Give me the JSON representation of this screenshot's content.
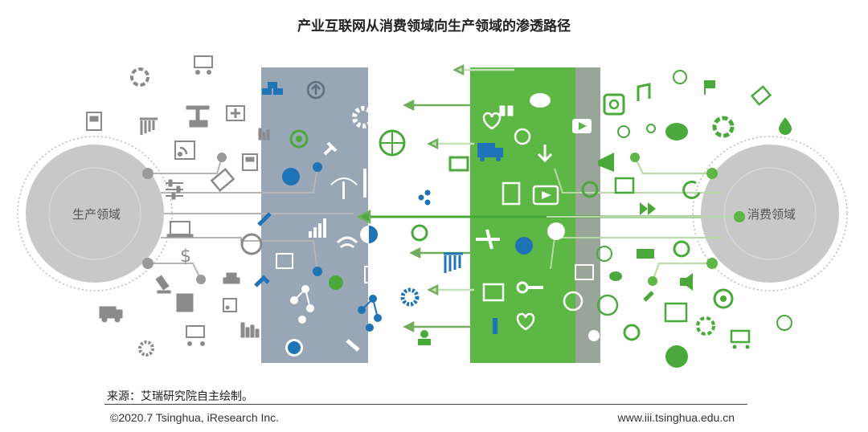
{
  "title": "产业互联网从消费领域向生产领域的渗透路径",
  "left_circle": {
    "label": "生产领域"
  },
  "right_circle": {
    "label": "消费领域"
  },
  "colors": {
    "gray_panel": "#98a6b5",
    "green_panel": "#5cb744",
    "gray_strip": "#9aa59a",
    "blue_icon": "#1f73b7",
    "green_icon": "#4aa93b",
    "gray_icon": "#8a8a8a",
    "light_green": "#b8d8a8",
    "circle_gray": "#c8c8c8"
  },
  "footer": {
    "source": "来源：艾瑞研究院自主绘制。",
    "copyright": "©2020.7 Tsinghua, iResearch Inc.",
    "url": "www.iii.tsinghua.edu.cn"
  },
  "icons": {
    "left_gray": [
      "clipboard-icon",
      "lifebuoy-icon",
      "cart-icon",
      "crane-icon",
      "first-aid-icon",
      "rss-icon",
      "contact-card-icon",
      "envelope-icon",
      "sliders-icon",
      "laptop-icon",
      "dollar-icon",
      "microscope-icon",
      "wheelbarrow-icon",
      "truck-icon",
      "gear-icon",
      "bars-chart-icon"
    ],
    "gray_panel": [
      "gold-bars-icon",
      "up-arrow-icon",
      "target-icon",
      "pushpin-icon",
      "head-gear-icon",
      "pen-icon",
      "calendar-icon",
      "clip-icon",
      "network-icon",
      "info-icon",
      "signal-bars-icon",
      "wifi-icon",
      "radio-icon"
    ],
    "green_panel": [
      "heart-icon",
      "binoculars-icon",
      "twitter-icon",
      "truck-icon",
      "bulb-icon",
      "download-icon",
      "phone-icon",
      "play-icon",
      "plane-icon",
      "head-gear-icon",
      "vimeo-icon",
      "map-icon",
      "key-icon",
      "link-icon",
      "heart-icon",
      "info-icon"
    ],
    "right_green": [
      "music-icon",
      "forward-icon",
      "flag-icon",
      "envelope-icon",
      "instagram-icon",
      "globe-icon",
      "chat-icon",
      "lifebuoy-icon",
      "drop-icon",
      "megaphone-icon",
      "gift-icon",
      "refresh-icon",
      "fast-forward-icon",
      "basketball-icon",
      "printer-icon",
      "camera-icon",
      "volume-icon",
      "target-icon",
      "map-icon",
      "compass-icon",
      "cart-icon",
      "vimeo-icon",
      "lifebuoy-icon",
      "pen-icon"
    ]
  }
}
